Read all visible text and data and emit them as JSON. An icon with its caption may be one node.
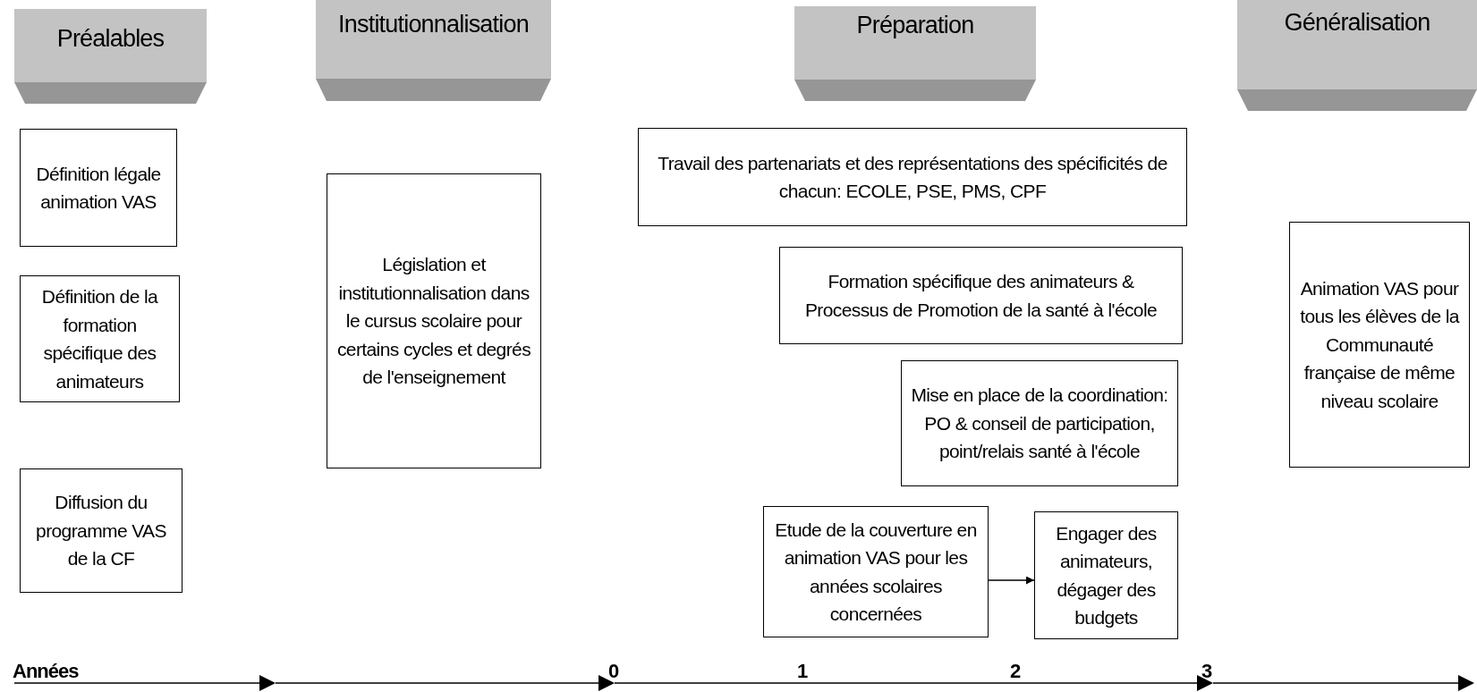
{
  "diagram": {
    "nodes": [
      {
        "text": [
          "Préalables"
        ]
      },
      {
        "text": [
          "Institutionnalisation"
        ]
      },
      {
        "text": [
          "Préparation"
        ]
      },
      {
        "text": [
          "Généralisation"
        ]
      },
      {
        "text": [
          "Définition légale animation VAS"
        ]
      },
      {
        "text": [
          "Définition de la formation spécifique des animateurs"
        ]
      },
      {
        "text": [
          "Diffusion du programme VAS de la CF"
        ]
      },
      {
        "text": [
          "Législation et institutionnalisation dans le cursus scolaire pour certains cycles et degrés de l'enseignement"
        ]
      },
      {
        "text": [
          "Travail des partenariats et des représentations des spécificités de chacun: ECOLE, PSE, PMS, CPF"
        ]
      },
      {
        "text": [
          "Formation spécifique des animateurs & Processus de Promotion de la santé à l'école"
        ]
      },
      {
        "text": [
          "Mise en place de la coordination: PO & conseil de participation, point/relais santé à l'école"
        ]
      },
      {
        "text": [
          "Etude de la couverture en animation VAS pour les années scolaires concernées"
        ]
      },
      {
        "text": [
          "Engager des animateurs, dégager des budgets"
        ]
      },
      {
        "text": [
          "Animation VAS pour tous les élèves de la Communauté française de même niveau scolaire"
        ]
      }
    ],
    "edges": [
      {
        "from": 11,
        "to": 12,
        "arrow": "to"
      }
    ],
    "labels": [
      "Années",
      "0",
      "1",
      "2",
      "3"
    ]
  }
}
